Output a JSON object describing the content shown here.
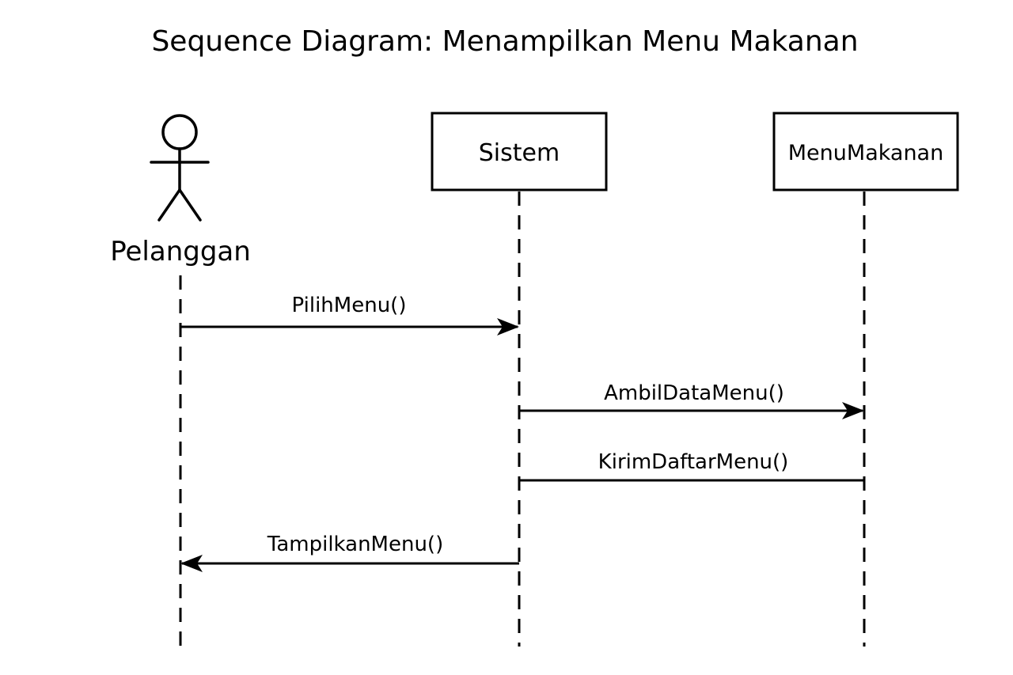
{
  "diagram": {
    "title": "Sequence Diagram: Menampilkan Menu Makanan",
    "actor": {
      "label": "Pelanggan",
      "icon": "stick-figure-icon"
    },
    "participants": [
      {
        "label": "Sistem"
      },
      {
        "label": "MenuMakanan"
      }
    ],
    "messages": [
      {
        "from": "Pelanggan",
        "to": "Sistem",
        "label": "PilihMenu()",
        "arrowhead": "filled"
      },
      {
        "from": "Sistem",
        "to": "MenuMakanan",
        "label": "AmbilDataMenu()",
        "arrowhead": "filled"
      },
      {
        "from": "MenuMakanan",
        "to": "Sistem",
        "label": "KirimDaftarMenu()",
        "arrowhead": "none"
      },
      {
        "from": "Sistem",
        "to": "Pelanggan",
        "label": "TampilkanMenu()",
        "arrowhead": "filled"
      }
    ]
  }
}
